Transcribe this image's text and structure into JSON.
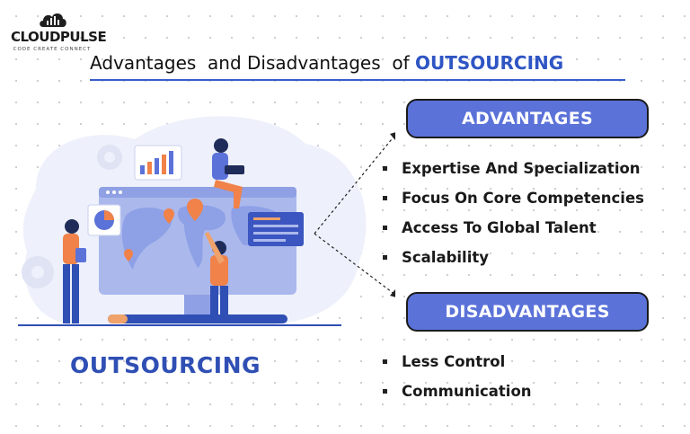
{
  "logo": {
    "name": "CLOUDPULSE",
    "tagline": "CODE CREATE CONNECT"
  },
  "title": {
    "prefix": "Advantages  and Disadvantages  of ",
    "highlight": "OUTSOURCING"
  },
  "advantages": {
    "heading": "ADVANTAGES",
    "items": [
      "Expertise And Specialization",
      "Focus On Core Competencies",
      "Access To Global Talent",
      "Scalability"
    ]
  },
  "disadvantages": {
    "heading": "DISADVANTAGES",
    "items": [
      "Less Control",
      "Communication"
    ]
  },
  "illustration": {
    "label": "OUTSOURCING"
  },
  "colors": {
    "accent": "#2f55c4",
    "pill": "#5b72d9",
    "illustration_bg": "#eef1fb",
    "figure_orange": "#f0824a"
  }
}
